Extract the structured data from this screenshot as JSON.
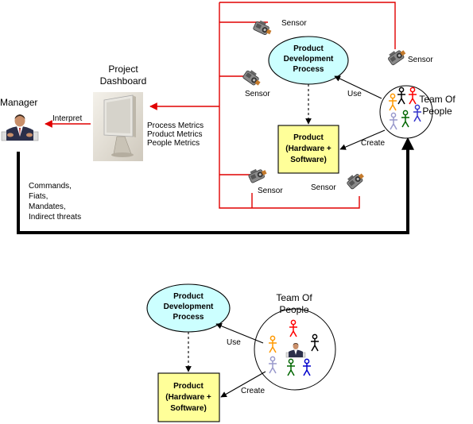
{
  "diagrams": {
    "top": {
      "manager_label": "Manager",
      "dashboard_title": [
        "Project",
        "Dashboard"
      ],
      "interpret_label": "Interpret",
      "metrics": [
        "Process Metrics",
        "Product Metrics",
        "People Metrics"
      ],
      "commands": [
        "Commands,",
        "Fiats,",
        "Mandates,",
        "Indirect threats"
      ],
      "process_lines": [
        "Product",
        "Development",
        "Process"
      ],
      "product_lines": [
        "Product",
        "(Hardware +",
        "Software)"
      ],
      "team_lines": [
        "Team Of",
        "People"
      ],
      "use_label": "Use",
      "create_label": "Create",
      "sensor_labels": [
        "Sensor",
        "Sensor",
        "Sensor",
        "Sensor",
        "Sensor"
      ]
    },
    "bottom": {
      "process_lines": [
        "Product",
        "Development",
        "Process"
      ],
      "product_lines": [
        "Product",
        "(Hardware +",
        "Software)"
      ],
      "team_lines": [
        "Team Of",
        "People"
      ],
      "use_label": "Use",
      "create_label": "Create"
    }
  },
  "colors": {
    "sensor_line": "#e00000",
    "ellipse_fill": "#ccffff",
    "box_fill": "#ffff99",
    "feedback": "#000000",
    "people": [
      "#ff9900",
      "#000000",
      "#ff0000",
      "#0000cc",
      "#9999cc",
      "#006600",
      "#3333cc"
    ]
  },
  "icons": [
    "manager-portrait",
    "computer-monitor",
    "sensor-camera",
    "stick-figure"
  ]
}
